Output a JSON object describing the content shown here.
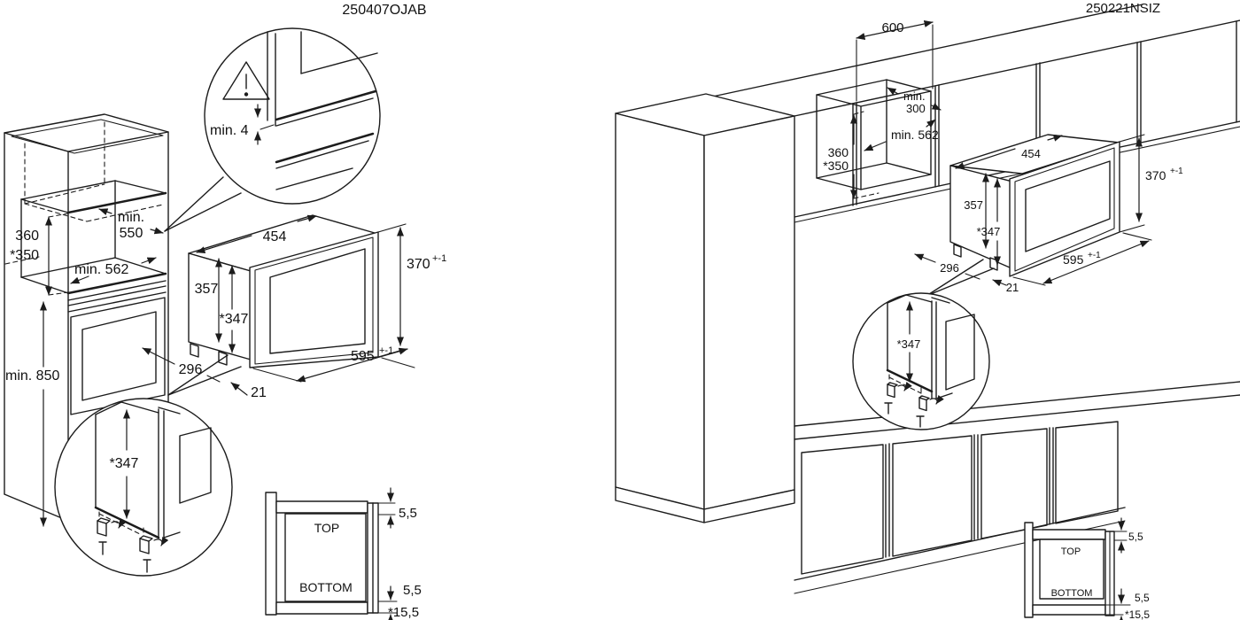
{
  "left": {
    "title": "250407OJAB",
    "gap": "min. 4",
    "niche_w1": "min.",
    "niche_w2": "550",
    "niche_depth": "min. 562",
    "niche_h1": "360",
    "niche_h2": "*350",
    "floor_h": "min. 850",
    "unit_w": "454",
    "unit_h": "370",
    "unit_h_sup": "+-1",
    "inner_h": "357",
    "inner_h2": "*347",
    "front_w": "595",
    "front_w_sup": "+-1",
    "depth": "296",
    "overhang": "21",
    "feet": "*347",
    "sec_top": "TOP",
    "sec_bottom": "BOTTOM",
    "sec_gap_top": "5,5",
    "sec_gap_bot": "5,5",
    "sec_gap_total": "*15,5"
  },
  "right": {
    "title": "250221NSIZ",
    "niche_w": "600",
    "clear1": "min.",
    "clear2": "300",
    "niche_depth": "min. 562",
    "niche_h1": "360",
    "niche_h2": "*350",
    "unit_w": "454",
    "unit_h": "370",
    "unit_h_sup": "+-1",
    "inner_h": "357",
    "inner_h2": "*347",
    "front_w": "595",
    "front_w_sup": "+-1",
    "depth": "296",
    "overhang": "21",
    "feet": "*347",
    "sec_top": "TOP",
    "sec_bottom": "BOTTOM",
    "sec_gap_top": "5,5",
    "sec_gap_bot": "5,5",
    "sec_gap_total": "*15,5"
  }
}
